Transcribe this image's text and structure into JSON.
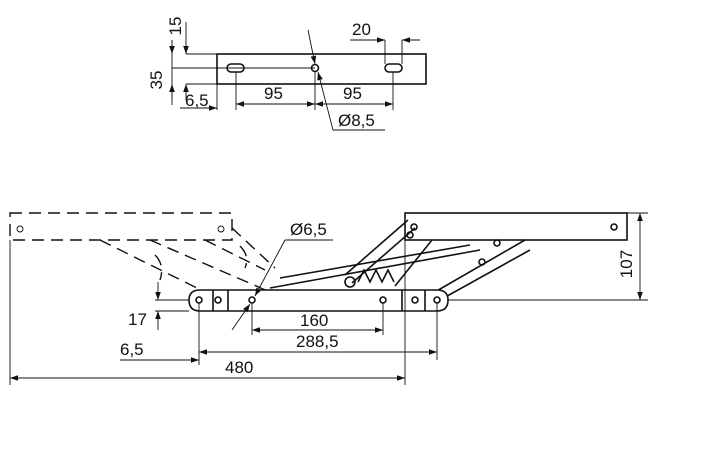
{
  "title": "",
  "dimensions": {
    "top_plate_height_total": "35",
    "top_plate_edge_offset": "15",
    "top_slot_length": "20",
    "top_plate_left_offset": "6,5",
    "top_hole_spacing_left": "95",
    "top_hole_spacing_right": "95",
    "top_hole_diameter": "Ø8,5",
    "base_hole_diameter": "Ø6,5",
    "mechanism_height": "107",
    "base_edge_offset": "17",
    "base_left_offset": "6,5",
    "base_hole_spacing": "160",
    "base_length": "288,5",
    "overall_length": "480"
  }
}
